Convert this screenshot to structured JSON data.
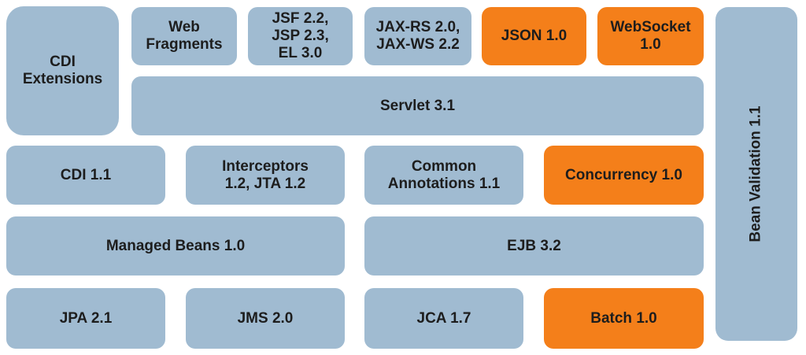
{
  "colors": {
    "standard": "#a0bbd1",
    "new": "#f47f1a",
    "text": "#1d1d1d"
  },
  "boxes": {
    "cdi_extensions": "CDI\nExtensions",
    "web_fragments": "Web\nFragments",
    "jsf_jsp_el": "JSF 2.2,\nJSP 2.3,\nEL 3.0",
    "jaxrs_jaxws": "JAX-RS 2.0,\nJAX-WS 2.2",
    "json": "JSON 1.0",
    "websocket": "WebSocket\n1.0",
    "servlet": "Servlet 3.1",
    "bean_validation": "Bean Validation 1.1",
    "cdi": "CDI 1.1",
    "interceptors_jta": "Interceptors\n1.2, JTA 1.2",
    "common_annotations": "Common\nAnnotations 1.1",
    "concurrency": "Concurrency 1.0",
    "managed_beans": "Managed Beans 1.0",
    "ejb": "EJB 3.2",
    "jpa": "JPA 2.1",
    "jms": "JMS 2.0",
    "jca": "JCA 1.7",
    "batch": "Batch 1.0"
  }
}
